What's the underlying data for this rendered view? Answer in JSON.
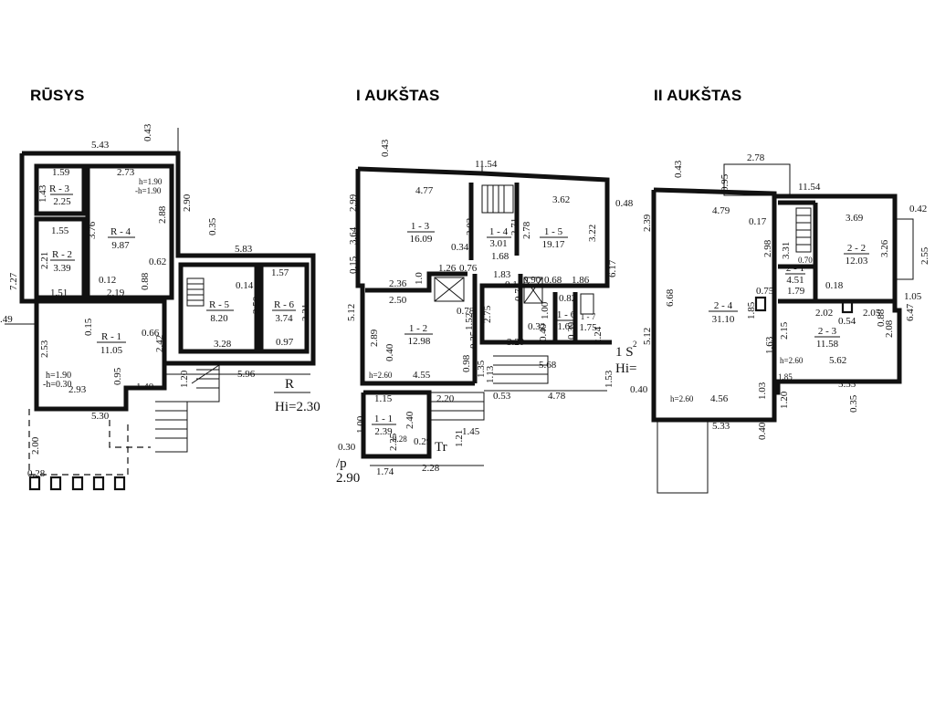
{
  "titles": {
    "basement": "RŪSYS",
    "first": "I AUKŠTAS",
    "second": "II AUKŠTAS"
  },
  "basement": {
    "rooms": [
      {
        "code": "R - 1",
        "area": "11.05"
      },
      {
        "code": "R - 2",
        "area": "3.39"
      },
      {
        "code": "R - 3",
        "area": "2.25"
      },
      {
        "code": "R - 4",
        "area": "9.87"
      },
      {
        "code": "R - 5",
        "area": "8.20"
      },
      {
        "code": "R - 6",
        "area": "3.74"
      }
    ],
    "dims": [
      "5.43",
      "0.43",
      "1.59",
      "1.43",
      "2.73",
      "h=1.90",
      "-h=1.90",
      "2.88",
      "3.76",
      "1.55",
      "2.21",
      "2.90",
      "0.35",
      "5.83",
      "1.51",
      "0.12",
      "2.19",
      "0.62",
      "0.88",
      "7.27",
      "1.57",
      "0.14",
      "2.50",
      "2.31",
      ".49",
      "2.53",
      "0.15",
      "0.66",
      "2.42",
      "3.28",
      "0.97",
      "h=1.90",
      "-h=0.30",
      "2.93",
      "0.95",
      "1.40",
      "5.96",
      "1.20",
      "5.30",
      "2.00",
      "0.28"
    ],
    "note_r": "R",
    "note_hi": "Hi=2.30"
  },
  "first": {
    "rooms": [
      {
        "code": "1 - 1",
        "area": "2.39"
      },
      {
        "code": "1 - 2",
        "area": "12.98"
      },
      {
        "code": "1 - 3",
        "area": "16.09"
      },
      {
        "code": "1 - 4",
        "area": "3.01"
      },
      {
        "code": "1 - 5",
        "area": "19.17"
      },
      {
        "code": "1 - 6",
        "area": "1.64"
      },
      {
        "code": "1 - 7",
        "area": "1.75"
      }
    ],
    "dims": [
      "0.43",
      "11.54",
      "2.99",
      "4.77",
      "3.62",
      "0.48",
      "3.64",
      "3.03",
      "2.71",
      "2.78",
      "3.22",
      "0.15",
      "0.34",
      "1.68",
      "6.17",
      "1.26",
      "0.76",
      "1.83",
      "0.90",
      "0.68",
      "1.86",
      "2.36",
      "1.0",
      "2.50",
      "0.15",
      "0.73",
      "0.82",
      "5.12",
      "2.89",
      "0.40",
      "0.78",
      "1.52",
      "2.75",
      "1.00",
      "0.32",
      "0.40",
      "3.20",
      "0.39",
      "2.24",
      "0.35",
      "h=2.60",
      "4.55",
      "0.98",
      "1.13",
      "1.35",
      "5.68",
      "1.15",
      "2.20",
      "0.53",
      "4.78",
      "2.40",
      "0.28",
      "0.29",
      "1.45",
      "1.21",
      "2.35",
      "1.00",
      "1.53",
      "0.30",
      "1.74",
      "2.28"
    ],
    "note_tr": "Tr",
    "note_s": "1 S",
    "note_s_sup": "2",
    "note_hi": "Hi=",
    "note_p": "/p",
    "note_p_val": "2.90"
  },
  "second": {
    "rooms": [
      {
        "code": "2 - 1",
        "area": "4.51"
      },
      {
        "code": "2 - 2",
        "area": "12.03"
      },
      {
        "code": "2 - 3",
        "area": "11.58"
      },
      {
        "code": "2 - 4",
        "area": "31.10"
      }
    ],
    "dims": [
      "2.78",
      "0.43",
      "0.95",
      "11.54",
      "2.39",
      "4.79",
      "0.17",
      "3.69",
      "0.42",
      "2.98",
      "3.26",
      "2.55",
      "6.68",
      "3.31",
      "0.70",
      "1.79",
      "0.18",
      "0.75",
      "1.85",
      "2.02",
      "2.05",
      "0.54",
      "6.47",
      "1.05",
      "5.12",
      "2.15",
      "0.88",
      "1.63",
      "2.08",
      "h=2.60",
      "5.62",
      "0.40",
      "h=2.60",
      "4.56",
      "1.03",
      "1.20",
      "5.35",
      "0.35",
      "5.33",
      "0.40",
      "1.85"
    ]
  }
}
